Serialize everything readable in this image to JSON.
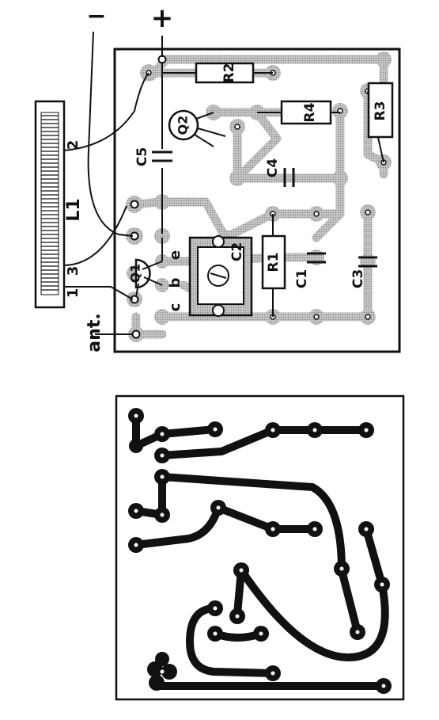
{
  "supply": {
    "minus": "−",
    "plus": "+"
  },
  "coil": {
    "name": "L1",
    "pins": [
      "1",
      "2",
      "3"
    ]
  },
  "transistors": [
    {
      "name": "Q1",
      "pins": [
        "c",
        "b",
        "e"
      ]
    },
    {
      "name": "Q2"
    }
  ],
  "resistors": [
    "R1",
    "R2",
    "R3",
    "R4"
  ],
  "capacitors": [
    "C1",
    "C2",
    "C3",
    "C4",
    "C5"
  ],
  "antenna": "ant.",
  "colors": {
    "ink": "#111111",
    "copper_shade": "#b5b5b5",
    "paper": "#ffffff"
  }
}
